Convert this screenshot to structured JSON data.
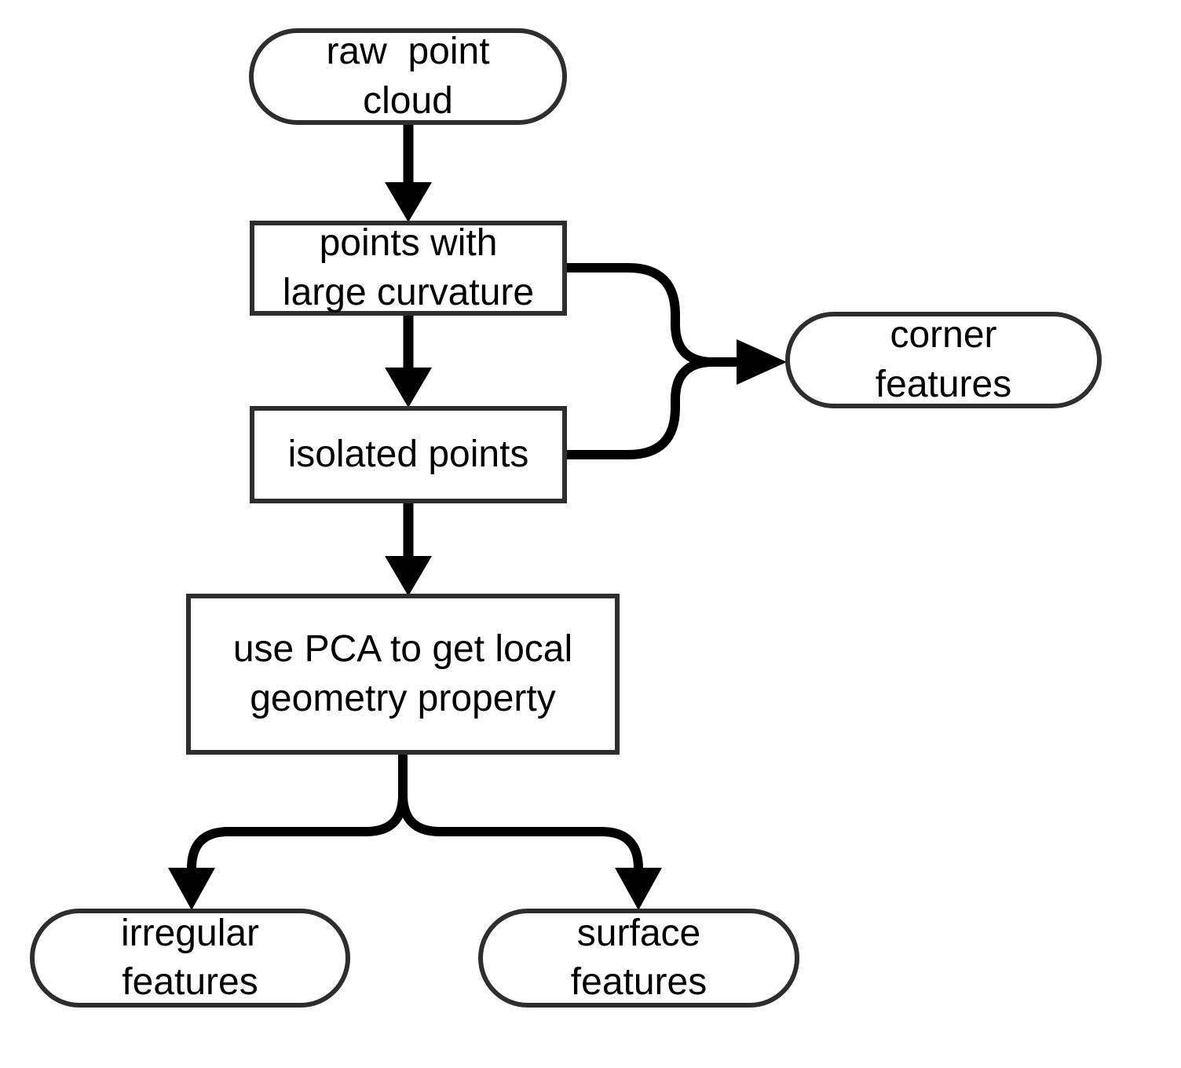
{
  "title": "point cloud feature extraction flowchart",
  "colors": {
    "background": "#ffffff",
    "node_border": "#2e2e2e",
    "node_fill": "#ffffff",
    "connector": "#000000",
    "text": "#000000"
  },
  "nodes": [
    {
      "id": "raw-point-cloud",
      "shape": "stadium",
      "lines": [
        "raw  point",
        "cloud"
      ]
    },
    {
      "id": "points-with-large-curvature",
      "shape": "process",
      "lines": [
        "points with",
        "large curvature"
      ]
    },
    {
      "id": "isolated-points",
      "shape": "process",
      "lines": [
        "isolated points"
      ]
    },
    {
      "id": "corner-features",
      "shape": "stadium",
      "lines": [
        "corner",
        "features"
      ]
    },
    {
      "id": "use-pca",
      "shape": "process",
      "lines": [
        "use PCA to get local",
        "geometry property"
      ]
    },
    {
      "id": "irregular-features",
      "shape": "stadium",
      "lines": [
        "irregular",
        "features"
      ]
    },
    {
      "id": "surface-features",
      "shape": "stadium",
      "lines": [
        "surface",
        "features"
      ]
    }
  ],
  "edges": [
    {
      "from": "raw-point-cloud",
      "to": "points-with-large-curvature"
    },
    {
      "from": "points-with-large-curvature",
      "to": "isolated-points"
    },
    {
      "from": "points-with-large-curvature",
      "to": "corner-features"
    },
    {
      "from": "isolated-points",
      "to": "corner-features"
    },
    {
      "from": "isolated-points",
      "to": "use-pca"
    },
    {
      "from": "use-pca",
      "to": "irregular-features"
    },
    {
      "from": "use-pca",
      "to": "surface-features"
    }
  ]
}
